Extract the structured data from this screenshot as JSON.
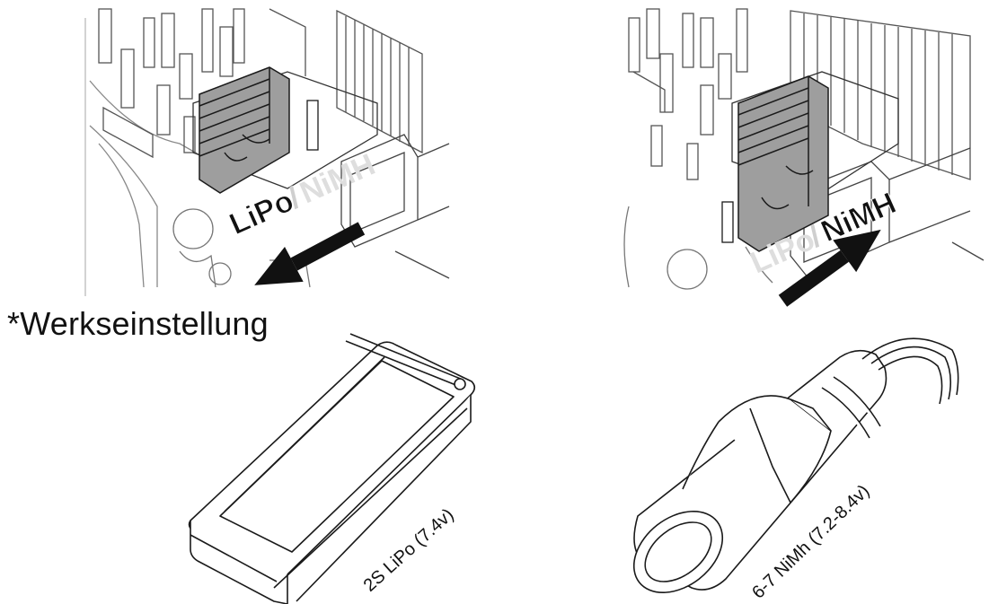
{
  "labels": {
    "factory_setting": "*Werkseinstellung",
    "switch_left": {
      "lipo": "LiPo",
      "slash": "/",
      "nimh": "NiMH"
    },
    "switch_right": {
      "lipo": "LiPo",
      "slash": "/",
      "nimh": "NiMH"
    },
    "battery_lipo": "2S LiPo (7.4v)",
    "battery_nimh": "6-7 NiMh (7.2-8.4v)"
  },
  "colors": {
    "line": "#1a1a1a",
    "switch_fill": "#9e9e9e",
    "faded_text": "#cfcfcf",
    "arrow": "#111111"
  }
}
